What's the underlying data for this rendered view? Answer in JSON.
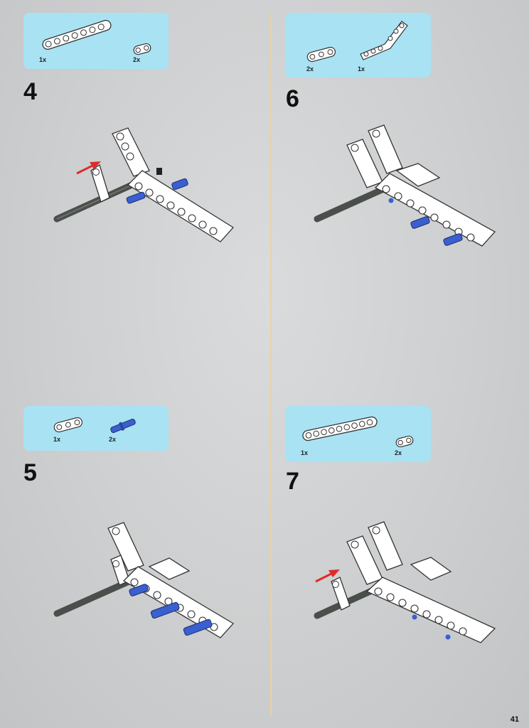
{
  "page": {
    "number": "41"
  },
  "steps": [
    {
      "number": "4",
      "parts": [
        {
          "qty": "1x",
          "icon": "beam-7-icon"
        },
        {
          "qty": "2x",
          "icon": "beam-2-icon"
        }
      ]
    },
    {
      "number": "6",
      "parts": [
        {
          "qty": "2x",
          "icon": "beam-3-icon"
        },
        {
          "qty": "1x",
          "icon": "bent-beam-icon"
        }
      ]
    },
    {
      "number": "5",
      "parts": [
        {
          "qty": "1x",
          "icon": "beam-3-icon"
        },
        {
          "qty": "2x",
          "icon": "blue-pin-icon"
        }
      ]
    },
    {
      "number": "7",
      "parts": [
        {
          "qty": "1x",
          "icon": "beam-9-icon"
        },
        {
          "qty": "2x",
          "icon": "beam-2-icon"
        }
      ]
    }
  ],
  "colors": {
    "parts_box": "#a9e2f3",
    "blue_pin": "#3a5fd0",
    "axle": "#4a4f4c",
    "arrow": "#e02a2a",
    "divider": "#e8d3a8"
  }
}
